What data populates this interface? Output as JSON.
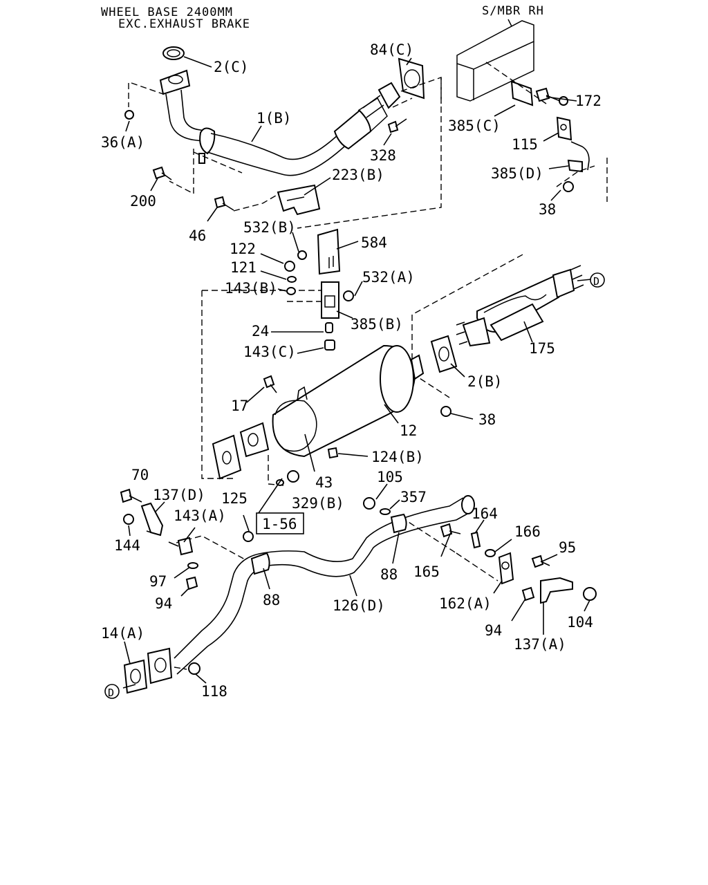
{
  "header": {
    "line1": "WHEEL BASE 2400MM",
    "line2": "EXC.EXHAUST BRAKE",
    "frame_label": "S/MBR RH"
  },
  "reference_box": "1-56",
  "connector_d": "D",
  "callouts": {
    "p2c": "2(C)",
    "p84c": "84(C)",
    "p172": "172",
    "p385c": "385(C)",
    "p1b": "1(B)",
    "p36a": "36(A)",
    "p328": "328",
    "p115": "115",
    "p223b": "223(B)",
    "p385d": "385(D)",
    "p200": "200",
    "p38a": "38",
    "p46": "46",
    "p532b": "532(B)",
    "p584": "584",
    "p122": "122",
    "p121": "121",
    "p532a": "532(A)",
    "p143b": "143(B)",
    "p385b": "385(B)",
    "p24": "24",
    "p175": "175",
    "p143c": "143(C)",
    "p2b": "2(B)",
    "p17": "17",
    "p38b": "38",
    "p12": "12",
    "p124b": "124(B)",
    "p105": "105",
    "p70": "70",
    "p43": "43",
    "p357": "357",
    "p137d": "137(D)",
    "p329b": "329(B)",
    "p125": "125",
    "p164": "164",
    "p143a": "143(A)",
    "p166": "166",
    "p144": "144",
    "p95": "95",
    "p97": "97",
    "p88a": "88",
    "p165": "165",
    "p94a": "94",
    "p88b": "88",
    "p126d": "126(D)",
    "p162a": "162(A)",
    "p104": "104",
    "p94b": "94",
    "p137a": "137(A)",
    "p14a": "14(A)",
    "p118": "118"
  }
}
